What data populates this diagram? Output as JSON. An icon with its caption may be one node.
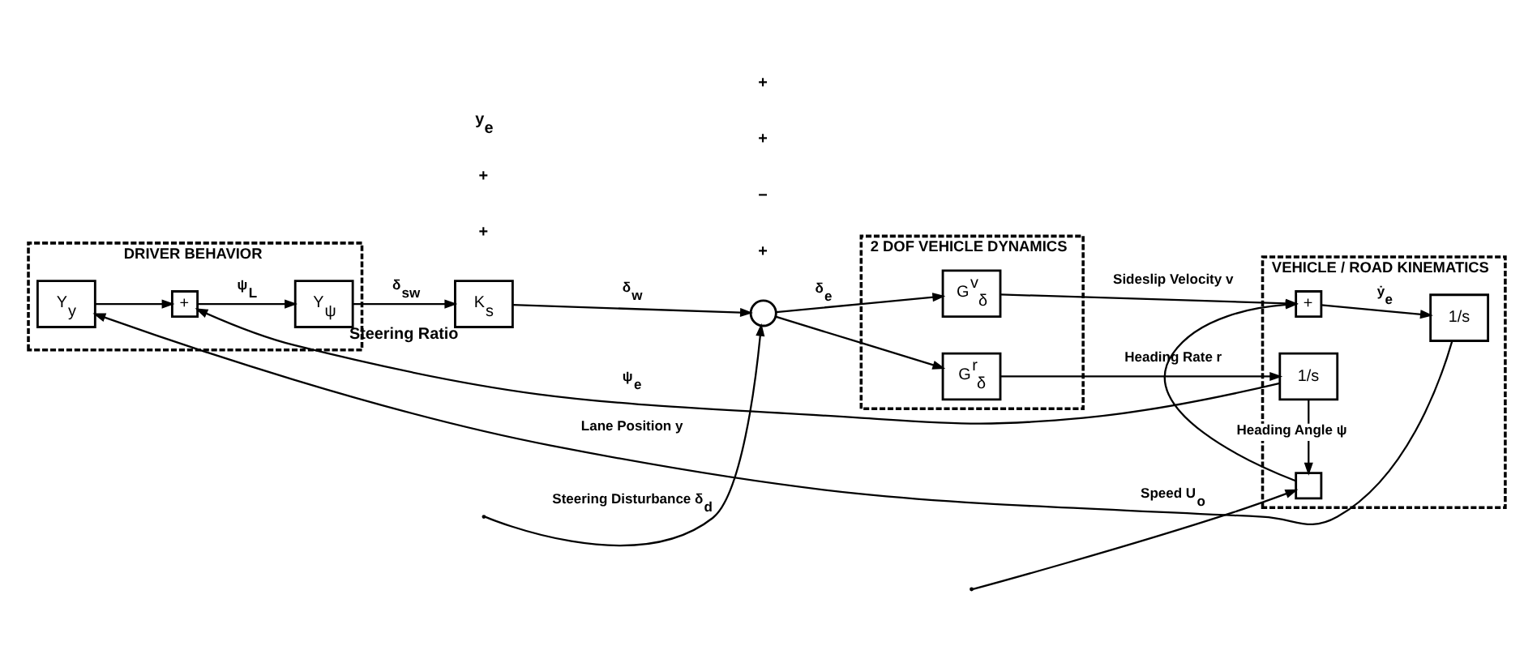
{
  "diagram": {
    "nodes": [
      {
        "text": [
          "DRIVER BEHAVIOR"
        ]
      },
      {
        "text": [
          "Y$_{y}$"
        ],
        "in": 0
      },
      {
        "text": [
          "+"
        ],
        "in": 0
      },
      {
        "text": [
          "Y$_{ψ}$"
        ],
        "in": 0
      },
      {
        "text": [
          "K$_{s}$"
        ],
        "beside": [
          "Steering Ratio"
        ]
      },
      {
        "text": [],
        "shape": "circle"
      },
      {
        "text": [
          "2 DOF VEHICLE DYNAMICS"
        ]
      },
      {
        "text": [
          "G$^{v}$$_{δ}$"
        ],
        "in": 6
      },
      {
        "text": [
          "G$^{r}$$_{δ}$"
        ],
        "in": 6
      },
      {
        "text": [
          "VEHICLE / ROAD KINEMATICS"
        ]
      },
      {
        "text": [
          "+"
        ],
        "in": 9
      },
      {
        "text": [
          "1/s"
        ],
        "in": 9
      },
      {
        "text": [],
        "shape": "box",
        "in": 9
      },
      {
        "text": [
          "1/s"
        ],
        "in": 9
      }
    ],
    "edges": [
      {
        "from": 1,
        "to": 2,
        "arrow": "to"
      },
      {
        "from": 2,
        "to": 3,
        "arrow": "to",
        "label": "ψ$_{L}$"
      },
      {
        "from": 3,
        "to": 4,
        "arrow": "to",
        "label": "δ$_{sw}$"
      },
      {
        "from": 4,
        "to": 5,
        "arrow": "to",
        "label": "δ$_{w}$"
      },
      {
        "from": null,
        "to": 5,
        "arrow": "to",
        "label": "Steering Disturbance δ$_{d}$"
      },
      {
        "from": 5,
        "to": 7,
        "arrow": "to",
        "label": "δ$_{e}$"
      },
      {
        "from": 5,
        "to": 8,
        "arrow": "to"
      },
      {
        "from": 7,
        "to": 10,
        "arrow": "to",
        "label": "Sideslip Velocity v"
      },
      {
        "from": 8,
        "to": 13,
        "arrow": "to",
        "label": "Heading Rate r"
      },
      {
        "from": 10,
        "to": 11,
        "arrow": "to",
        "label": "ẏ$_{e}$"
      },
      {
        "from": null,
        "to": 12,
        "arrow": "to",
        "label": "Speed U$_{o}$"
      },
      {
        "from": 12,
        "to": 10,
        "arrow": "to"
      },
      {
        "from": 13,
        "to": 12,
        "arrow": "to",
        "label": "Heading Angle ψ"
      },
      {
        "from": 13,
        "to": 2,
        "arrow": "to",
        "label": "ψ$_{e}$"
      },
      {
        "from": 11,
        "to": 1,
        "arrow": "to",
        "label": "Lane Position y"
      }
    ],
    "labels": [
      "+",
      "+",
      "+",
      "−",
      "+",
      "+",
      "y$_{e}$"
    ]
  }
}
